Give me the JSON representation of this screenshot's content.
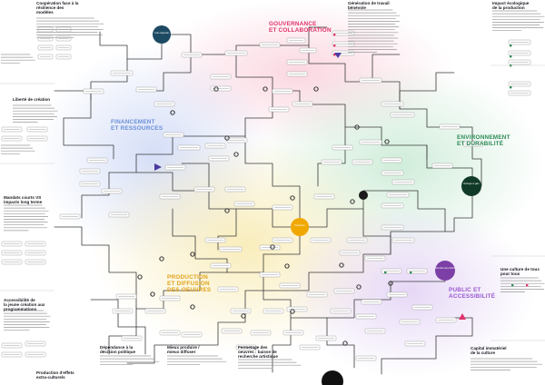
{
  "themes": {
    "gouvernance": {
      "line1": "GOUVERNANCE",
      "line2": "ET COLLABORATION",
      "color": "#e0336b"
    },
    "financement": {
      "line1": "FINANCEMENT",
      "line2": "ET RESSOURCES",
      "color": "#6b8fd8"
    },
    "environnement": {
      "line1": "ENVIRONNEMENT",
      "line2": "ET DURABILITÉ",
      "color": "#2e8b57"
    },
    "production": {
      "line1": "PRODUCTION",
      "line2": "ET DIFFUSION",
      "line3": "DES OEUVRES",
      "color": "#e0a21b"
    },
    "public": {
      "line1": "PUBLIC ET",
      "line2": "ACCESSIBILITÉ",
      "color": "#9b59d0"
    }
  },
  "hubs": {
    "pouvoir": {
      "label": "Lutte régionale",
      "color": "#1d4a63"
    },
    "environnement": {
      "label": "Écologie et gain",
      "color": "#123a28"
    },
    "production": {
      "label": "Production",
      "color": "#f0a800"
    },
    "public": {
      "label": "Diversité des publics",
      "color": "#7b3fa6"
    },
    "bas": {
      "label": "",
      "color": "#111111"
    }
  },
  "side_panels": {
    "left": [
      {
        "id": "cooperation",
        "title_lines": [
          "Coopération face à la",
          "résilience des",
          "modèles"
        ]
      },
      {
        "id": "liberte",
        "title_lines": [
          "Liberté de création"
        ]
      },
      {
        "id": "mandats",
        "title_lines": [
          "Mandats courts VS",
          "impacts long terme"
        ]
      },
      {
        "id": "accessibilite",
        "title_lines": [
          "Accessibilité de",
          "la jeune création aux",
          "programmations"
        ]
      },
      {
        "id": "effets",
        "title_lines": [
          "Production d'effets",
          "extra-culturels"
        ]
      }
    ],
    "right": [
      {
        "id": "generation",
        "title_lines": [
          "Génération de travail",
          "bénévole"
        ]
      },
      {
        "id": "impact",
        "title_lines": [
          "Impact écologique",
          "de la production"
        ]
      },
      {
        "id": "culture",
        "title_lines": [
          "Une culture de tous",
          "pour tous"
        ]
      },
      {
        "id": "capital",
        "title_lines": [
          "Capital immatériel",
          "de la culture"
        ]
      }
    ],
    "bottom": [
      {
        "id": "dependance",
        "title_lines": [
          "Dépendance à la",
          "décision politique"
        ]
      },
      {
        "id": "mieux",
        "title_lines": [
          "Mieux produire /",
          "mieux diffuser"
        ]
      },
      {
        "id": "fermetage",
        "title_lines": [
          "Fermetage des",
          "oeuvres : baisse de",
          "recherche artistique"
        ]
      }
    ]
  },
  "colors": {
    "line": "#3a3a3a",
    "node_border": "#9a9a9a",
    "node_fill": "#ffffff",
    "loop_icon": "#2a2a2a",
    "green_chip": "#2e8b57",
    "pink_chip": "#e0336b"
  }
}
